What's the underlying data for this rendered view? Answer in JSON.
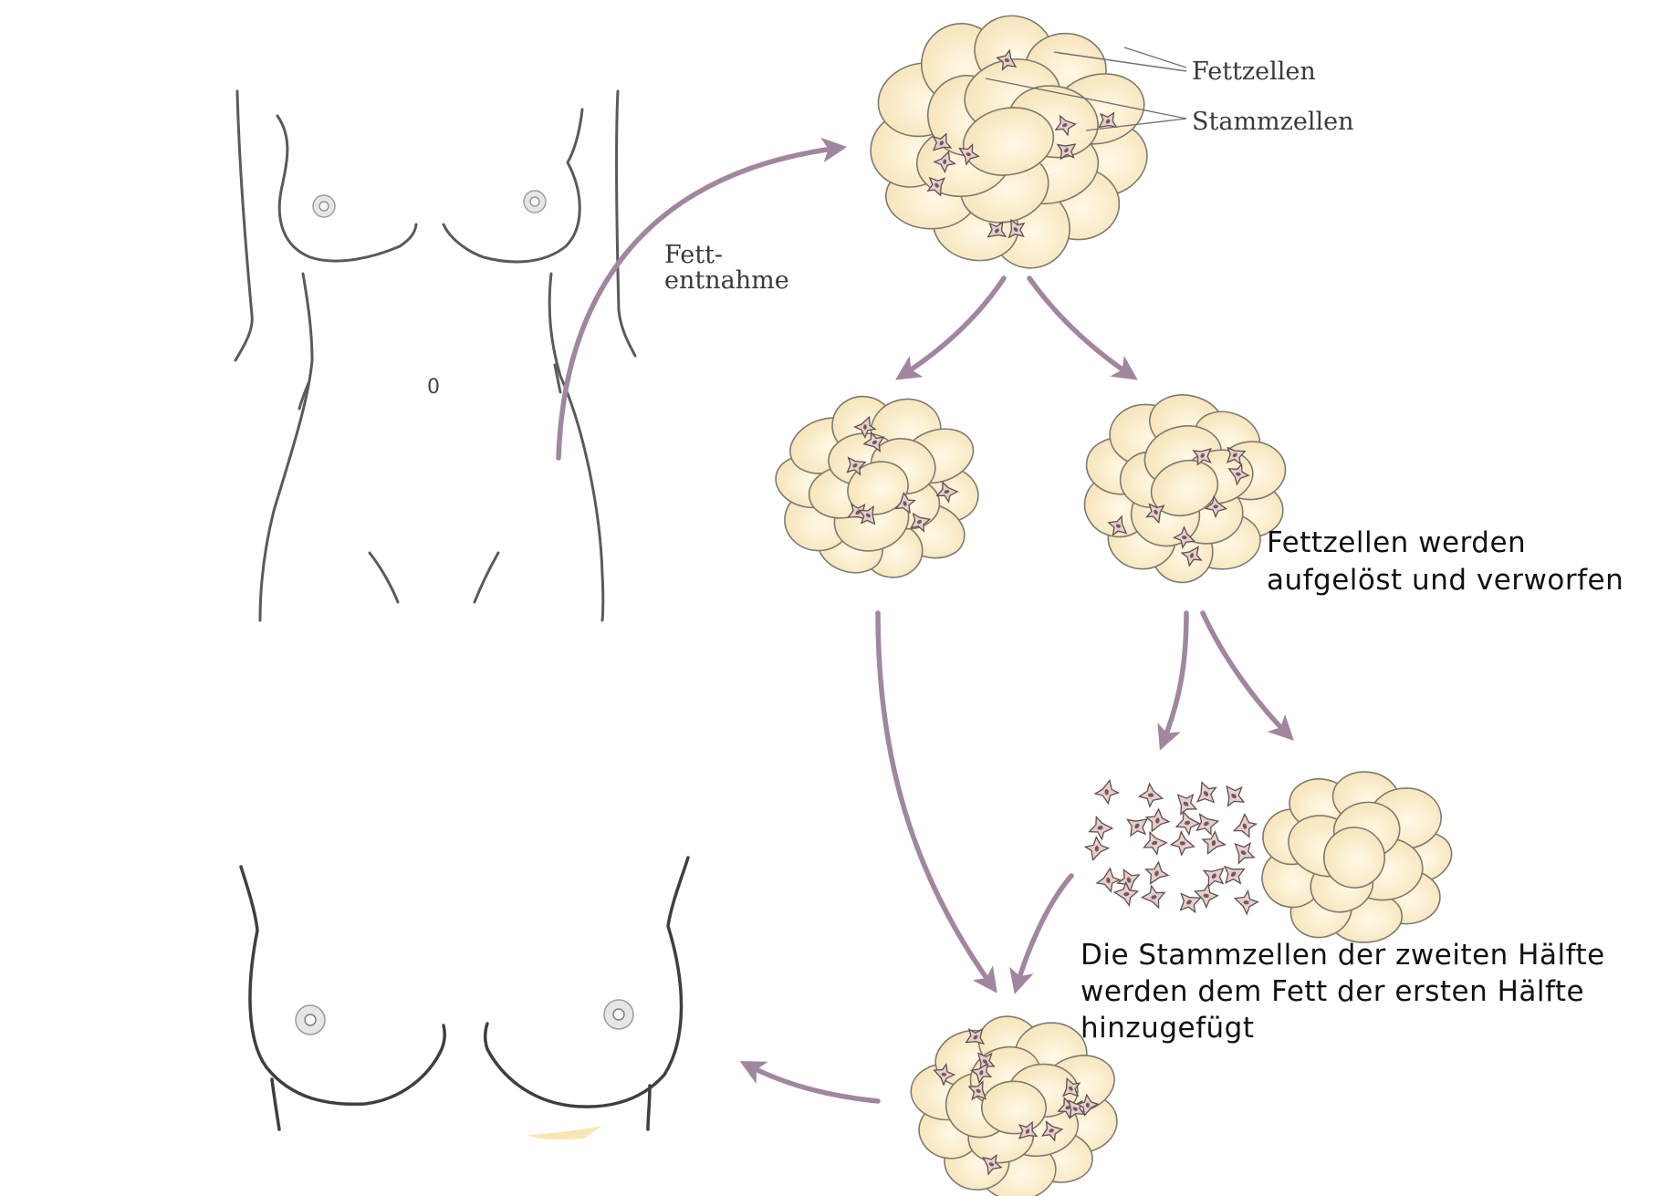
{
  "labels": {
    "fat_harvest_line1": "Fett-",
    "fat_harvest_line2": "entnahme",
    "fat_cells": "Fettzellen",
    "stem_cells": "Stammzellen",
    "discard_line1": "Fettzellen werden",
    "discard_line2": "aufgelöst und verworfen",
    "combine_line1": "Die Stammzellen der zweiten Hälfte",
    "combine_line2": "werden dem Fett der ersten Hälfte",
    "combine_line3": "hinzugefügt",
    "navel_mark": "0"
  },
  "colors": {
    "arrow": "#a0869e",
    "fat_cell_fill": "#faeccb",
    "fat_cell_highlight": "#fff9e6",
    "stem_cell_fill": "#e9cccc",
    "outline": "#5a5a5a"
  }
}
